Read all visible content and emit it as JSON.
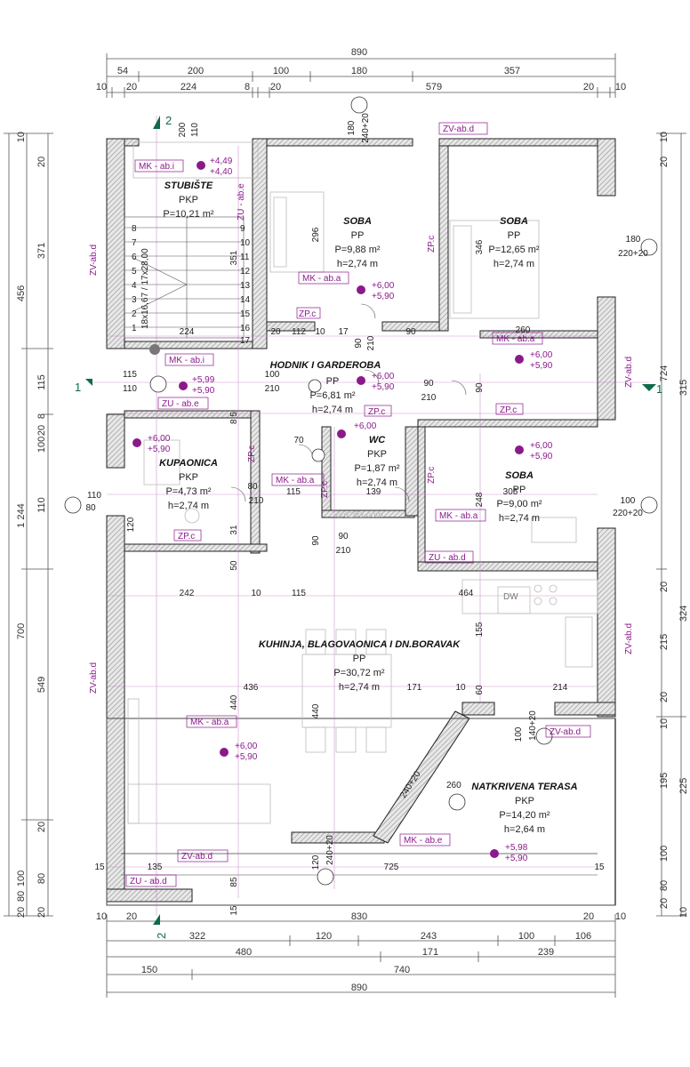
{
  "dimensions": {
    "top_total": "890",
    "top_row1": [
      "54",
      "200",
      "100",
      "180",
      "357"
    ],
    "top_row2": [
      "10",
      "20",
      "224",
      "8",
      "20",
      "579",
      "20",
      "10"
    ],
    "bottom_row1": [
      "10",
      "20",
      "830",
      "20",
      "10"
    ],
    "bottom_row2": [
      "322",
      "120",
      "243",
      "100",
      "106"
    ],
    "bottom_row3": [
      "480",
      "171",
      "239"
    ],
    "bottom_row4": [
      "150",
      "740"
    ],
    "bottom_total": "890",
    "left_outer": [
      "10",
      "20",
      "371",
      "456",
      "115",
      "100",
      "20",
      "8",
      "110",
      "1 244",
      "700",
      "549",
      "20",
      "100",
      "80",
      "80",
      "20",
      "20"
    ],
    "left_total": "1 244",
    "right_outer": [
      "10",
      "20",
      "724",
      "315",
      "20",
      "324",
      "215",
      "20",
      "10",
      "195",
      "225",
      "100",
      "80",
      "20",
      "10"
    ]
  },
  "rooms": [
    {
      "id": "stubiste",
      "name": "STUBIŠTE",
      "floor": "PKP",
      "area": "P=10,21 m²"
    },
    {
      "id": "soba1",
      "name": "SOBA",
      "floor": "PP",
      "area": "P=9,88 m²",
      "height": "h=2,74 m"
    },
    {
      "id": "soba2",
      "name": "SOBA",
      "floor": "PP",
      "area": "P=12,65 m²",
      "height": "h=2,74 m"
    },
    {
      "id": "hodnik",
      "name": "HODNIK I GARDEROBA",
      "floor": "PP",
      "area": "P=6,81 m²",
      "height": "h=2,74 m"
    },
    {
      "id": "kupaonica",
      "name": "KUPAONICA",
      "floor": "PKP",
      "area": "P=4,73 m²",
      "height": "h=2,74 m"
    },
    {
      "id": "wc",
      "name": "WC",
      "floor": "PKP",
      "area": "P=1,87 m²",
      "height": "h=2,74 m"
    },
    {
      "id": "soba3",
      "name": "SOBA",
      "floor": "PP",
      "area": "P=9,00 m²",
      "height": "h=2,74 m"
    },
    {
      "id": "kuhinja",
      "name": "KUHINJA, BLAGOVAONICA I DN.BORAVAK",
      "floor": "PP",
      "area": "P=30,72 m²",
      "height": "h=2,74 m"
    },
    {
      "id": "terasa",
      "name": "NATKRIVENA TERASA",
      "floor": "PKP",
      "area": "P=14,20 m²",
      "height": "h=2,64 m"
    }
  ],
  "levels": {
    "stair": [
      "+4,49",
      "+4,40"
    ],
    "soba1": [
      "+6,00",
      "+5,90"
    ],
    "soba2": [
      "+6,00",
      "+5,90"
    ],
    "hall_left": [
      "+5,99",
      "+5,90"
    ],
    "hodnik": [
      "+6,00",
      "+5,90"
    ],
    "kupaonica": [
      "+6,00",
      "+5,90"
    ],
    "wc": [
      "+6,00"
    ],
    "soba3": [
      "+6,00",
      "+5,90"
    ],
    "kuhinja": [
      "+6,00",
      "+5,90"
    ],
    "terasa": [
      "+5,98",
      "+5,90"
    ]
  },
  "tags": {
    "mk_abi": "MK - ab.i",
    "mk_aba": "MK - ab.a",
    "mk_abe": "MK - ab.e",
    "zu_abe": "ZU - ab.e",
    "zu_abd": "ZU - ab.d",
    "zv_abd": "ZV-ab.d",
    "zpc": "ZP.c",
    "dw": "DW"
  },
  "openings": {
    "d180": "180",
    "d240": "240+20",
    "w180": "180",
    "w220": "220+20",
    "d100": "100",
    "d210": "210",
    "d110": "110",
    "d80": "80",
    "d90": "90",
    "d115": "115",
    "d120": "120",
    "d140": "140+20",
    "d260": "260"
  },
  "inner_dims": {
    "i296": "296",
    "i346": "346",
    "i351": "351",
    "i224": "224",
    "i20": "20",
    "i112": "112",
    "i10": "10",
    "i17": "17",
    "i90": "90",
    "i260": "260",
    "i70": "70",
    "i115": "115",
    "i139": "139",
    "i305": "305",
    "i248": "248",
    "i120": "120",
    "i242": "242",
    "i464": "464",
    "i155": "155",
    "i436": "436",
    "i171": "171",
    "i214": "214",
    "i440": "440",
    "i135": "135",
    "i725": "725",
    "i15": "15",
    "i85": "85",
    "i60": "60",
    "i50": "50",
    "i31": "31",
    "i8_5": "8,5",
    "i200": "200",
    "i110": "110"
  },
  "stair_note": "18x16,67 / 17x28,00",
  "section_marks": {
    "one": "1",
    "two": "2"
  },
  "watermark": "crozilla.com",
  "stair_steps": [
    "1",
    "2",
    "3",
    "4",
    "5",
    "6",
    "7",
    "8",
    "9",
    "10",
    "11",
    "12",
    "13",
    "14",
    "15",
    "16",
    "17"
  ]
}
